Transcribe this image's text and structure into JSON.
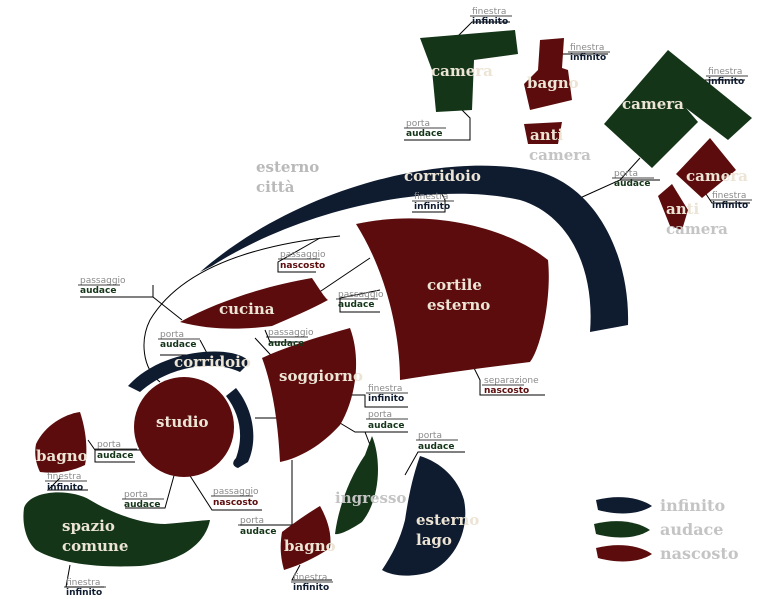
{
  "colors": {
    "infinito": "#0f1c30",
    "audace": "#143518",
    "nascosto": "#5c0c0c"
  },
  "legend": [
    {
      "key": "infinito",
      "label": "infinito"
    },
    {
      "key": "audace",
      "label": "audace"
    },
    {
      "key": "nascosto",
      "label": "nascosto"
    }
  ],
  "rooms": [
    {
      "id": "camera-top",
      "lines": [
        "camera"
      ],
      "type": "audace"
    },
    {
      "id": "bagno-top",
      "lines": [
        "bagno"
      ],
      "type": "nascosto"
    },
    {
      "id": "anticamera-top",
      "lines": [
        "anti",
        "camera"
      ],
      "type": "nascosto"
    },
    {
      "id": "camera-right",
      "lines": [
        "camera"
      ],
      "type": "audace"
    },
    {
      "id": "camera-right-small",
      "lines": [
        "camera"
      ],
      "type": "nascosto"
    },
    {
      "id": "anticamera-right",
      "lines": [
        "anti",
        "camera"
      ],
      "type": "nascosto"
    },
    {
      "id": "corridoio-arc",
      "lines": [
        "corridoio"
      ],
      "type": "infinito"
    },
    {
      "id": "cortile",
      "lines": [
        "cortile",
        "esterno"
      ],
      "type": "nascosto"
    },
    {
      "id": "cucina",
      "lines": [
        "cucina"
      ],
      "type": "nascosto"
    },
    {
      "id": "corridoio-small",
      "lines": [
        "corridoio"
      ],
      "type": "infinito"
    },
    {
      "id": "soggiorno",
      "lines": [
        "soggiorno"
      ],
      "type": "nascosto"
    },
    {
      "id": "studio",
      "lines": [
        "studio"
      ],
      "type": "nascosto"
    },
    {
      "id": "bagno-left",
      "lines": [
        "bagno"
      ],
      "type": "nascosto"
    },
    {
      "id": "spazio-comune",
      "lines": [
        "spazio",
        "comune"
      ],
      "type": "audace"
    },
    {
      "id": "ingresso",
      "lines": [
        "ingresso"
      ],
      "type": "audace"
    },
    {
      "id": "bagno-bottom",
      "lines": [
        "bagno"
      ],
      "type": "nascosto"
    },
    {
      "id": "esterno-lago",
      "lines": [
        "esterno",
        "lago"
      ],
      "type": "infinito"
    }
  ],
  "exteriors": [
    {
      "id": "esterno-citta",
      "lines": [
        "esterno",
        "città"
      ]
    }
  ],
  "connections": [
    {
      "id": "finestra-camera-top",
      "kind": "finestra",
      "value": "infinito"
    },
    {
      "id": "finestra-bagno-top",
      "kind": "finestra",
      "value": "infinito"
    },
    {
      "id": "porta-camera-top",
      "kind": "porta",
      "value": "audace"
    },
    {
      "id": "finestra-camera-right",
      "kind": "finestra",
      "value": "infinito"
    },
    {
      "id": "porta-camera-right",
      "kind": "porta",
      "value": "audace"
    },
    {
      "id": "finestra-camera-right-small",
      "kind": "finestra",
      "value": "infinito"
    },
    {
      "id": "finestra-corridoio",
      "kind": "finestra",
      "value": "infinito"
    },
    {
      "id": "passaggio-cucina-top",
      "kind": "passaggio",
      "value": "nascosto"
    },
    {
      "id": "passaggio-left",
      "kind": "passaggio",
      "value": "audace"
    },
    {
      "id": "passaggio-cortile",
      "kind": "passaggio",
      "value": "audace"
    },
    {
      "id": "porta-cucina",
      "kind": "porta",
      "value": "audace"
    },
    {
      "id": "passaggio-soggiorno",
      "kind": "passaggio",
      "value": "audace"
    },
    {
      "id": "separazione-cortile",
      "kind": "separazione",
      "value": "nascosto"
    },
    {
      "id": "finestra-soggiorno",
      "kind": "finestra",
      "value": "infinito"
    },
    {
      "id": "porta-soggiorno-ingresso",
      "kind": "porta",
      "value": "audace"
    },
    {
      "id": "porta-ingresso-lago",
      "kind": "porta",
      "value": "audace"
    },
    {
      "id": "porta-bagno-left",
      "kind": "porta",
      "value": "audace"
    },
    {
      "id": "finestra-bagno-left",
      "kind": "finestra",
      "value": "infinito"
    },
    {
      "id": "porta-spazio-comune",
      "kind": "porta",
      "value": "audace"
    },
    {
      "id": "passaggio-studio",
      "kind": "passaggio",
      "value": "nascosto"
    },
    {
      "id": "porta-bagno-bottom",
      "kind": "porta",
      "value": "audace"
    },
    {
      "id": "finestra-bagno-bottom",
      "kind": "finestra",
      "value": "infinito"
    },
    {
      "id": "finestra-spazio-comune",
      "kind": "finestra",
      "value": "infinito"
    }
  ]
}
